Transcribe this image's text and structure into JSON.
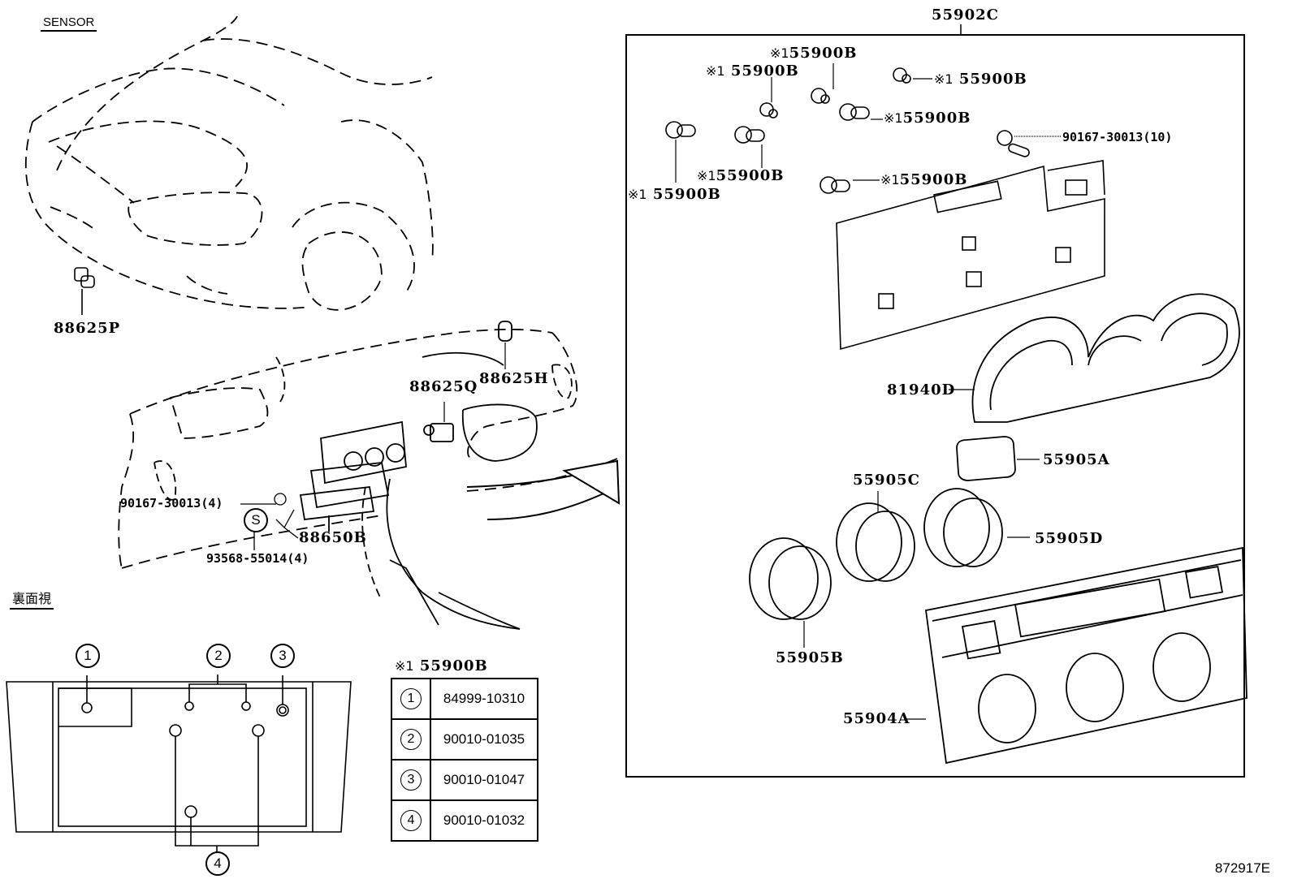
{
  "diagram": {
    "sensor_section": {
      "title": "SENSOR",
      "parts": [
        {
          "id": "88625P",
          "label": "88625P"
        },
        {
          "id": "88625H",
          "label": "88625H"
        },
        {
          "id": "88625Q",
          "label": "88625Q"
        },
        {
          "id": "88650B",
          "label": "88650B"
        },
        {
          "id": "90167-30013-4",
          "label": "90167-30013(4)"
        },
        {
          "id": "93568-55014-4",
          "label": "93568-55014(4)"
        }
      ],
      "s_mark": "S"
    },
    "assembly_section": {
      "assembly_label": "55902C",
      "bulb_mark": "※1",
      "bulb_part": "55900B",
      "screw_label": "90167-30013(10)",
      "parts": [
        {
          "id": "81940D",
          "label": "81940D"
        },
        {
          "id": "55905A",
          "label": "55905A"
        },
        {
          "id": "55905B",
          "label": "55905B"
        },
        {
          "id": "55905C",
          "label": "55905C"
        },
        {
          "id": "55905D",
          "label": "55905D"
        },
        {
          "id": "55904A",
          "label": "55904A"
        }
      ]
    },
    "rear_view": {
      "title": "裏面視",
      "callouts": [
        "1",
        "2",
        "3",
        "4"
      ]
    },
    "legend_table": {
      "header_mark": "※1",
      "header_part": "55900B",
      "rows": [
        {
          "num": "1",
          "part": "84999-10310"
        },
        {
          "num": "2",
          "part": "90010-01035"
        },
        {
          "num": "3",
          "part": "90010-01047"
        },
        {
          "num": "4",
          "part": "90010-01032"
        }
      ]
    },
    "figure_id": "872917E"
  }
}
